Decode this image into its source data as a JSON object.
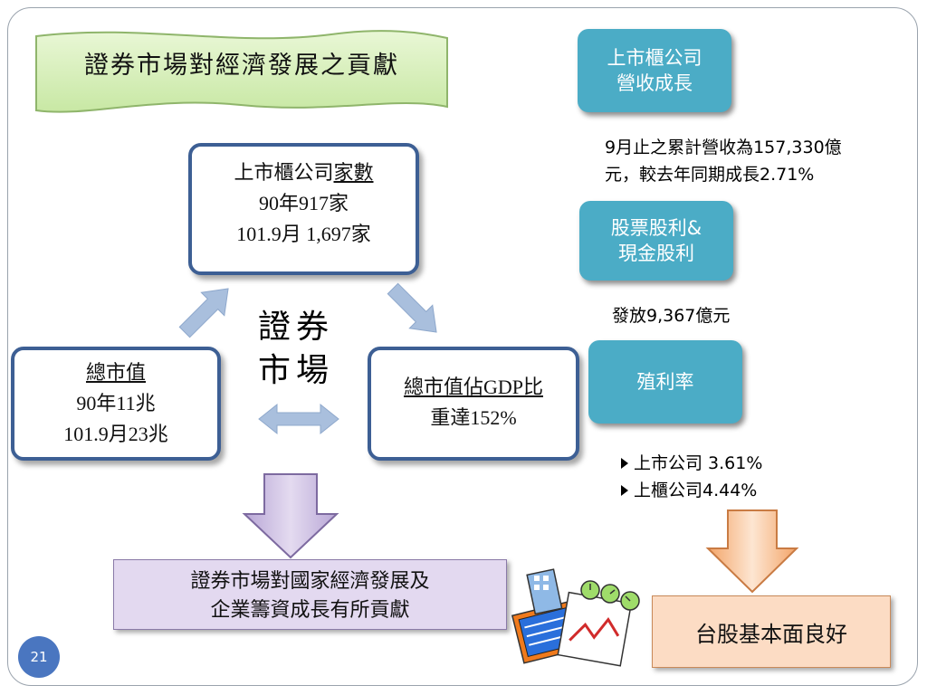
{
  "slide": {
    "title": "證券市場對經濟發展之貢獻",
    "page_number": "21"
  },
  "center": {
    "line1": "證券",
    "line2": "市場"
  },
  "box_companies": {
    "heading": "上市櫃公司家數",
    "line1": "90年917家",
    "line2": "101.9月 1,697家"
  },
  "box_market_value": {
    "heading": "總市值",
    "line1": "90年11兆",
    "line2": "101.9月23兆"
  },
  "box_gdp": {
    "line1": "總市值佔GDP比",
    "line2": "重達152%"
  },
  "teal_revenue": {
    "line1": "上市櫃公司",
    "line2": "營收成長",
    "note1": "9月止之累計營收為157,330億",
    "note2": "元，較去年同期成長2.71%"
  },
  "teal_dividend": {
    "line1": "股票股利&",
    "line2": "現金股利",
    "note": "發放9,367億元"
  },
  "teal_yield": {
    "label": "殖利率",
    "items": [
      "上市公司 3.61%",
      "上櫃公司4.44%"
    ]
  },
  "conclusion_left": {
    "line1": "證券市場對國家經濟發展及",
    "line2": "企業籌資成長有所貢獻"
  },
  "conclusion_right": {
    "label": "台股基本面良好"
  },
  "colors": {
    "navy_border": "#3d5f94",
    "teal": "#4bacc6",
    "banner_green": "#d7f0b8",
    "purple_bg": "#e3d9f0",
    "peach_bg": "#fcdcc4",
    "arrow_blue": "#a9bfdd"
  }
}
